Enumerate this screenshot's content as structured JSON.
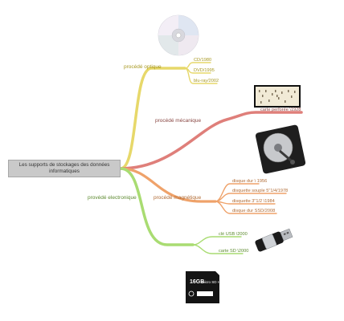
{
  "colors": {
    "optique": "#e7d86a",
    "mecanique": "#df7f7a",
    "magnetique": "#efa26a",
    "electronique": "#a9dc72",
    "root_fill": "#c9c9c9",
    "text_optique": "#a79820",
    "text_mecanique": "#8a4844",
    "text_magnetique": "#b06a33",
    "text_electronique": "#5d8a30"
  },
  "root": {
    "label": "Les supports de stockages des données informatiques"
  },
  "branches": {
    "optique": {
      "label": "procédé optique",
      "leaves": [
        "CD/1980",
        "DVD/1995",
        "blu-ray/2002"
      ]
    },
    "mecanique": {
      "label": "procédé mécanique",
      "leaves": [
        "carte perforée \\1928"
      ]
    },
    "magnetique": {
      "label": "procédé magnétique",
      "leaves": [
        "disque dur \\ 1956",
        "disquette souple 5\"1/4/1978",
        "disquette 3\"1/2 \\1984",
        "disque dur SSD/2008"
      ]
    },
    "electronique": {
      "label": "provédé electronique",
      "leaves": [
        "clé USB \\2000",
        "carte SD \\2000"
      ]
    }
  },
  "images": {
    "sd_card": {
      "capacity": "16GB",
      "type": "micro SD HC"
    }
  }
}
